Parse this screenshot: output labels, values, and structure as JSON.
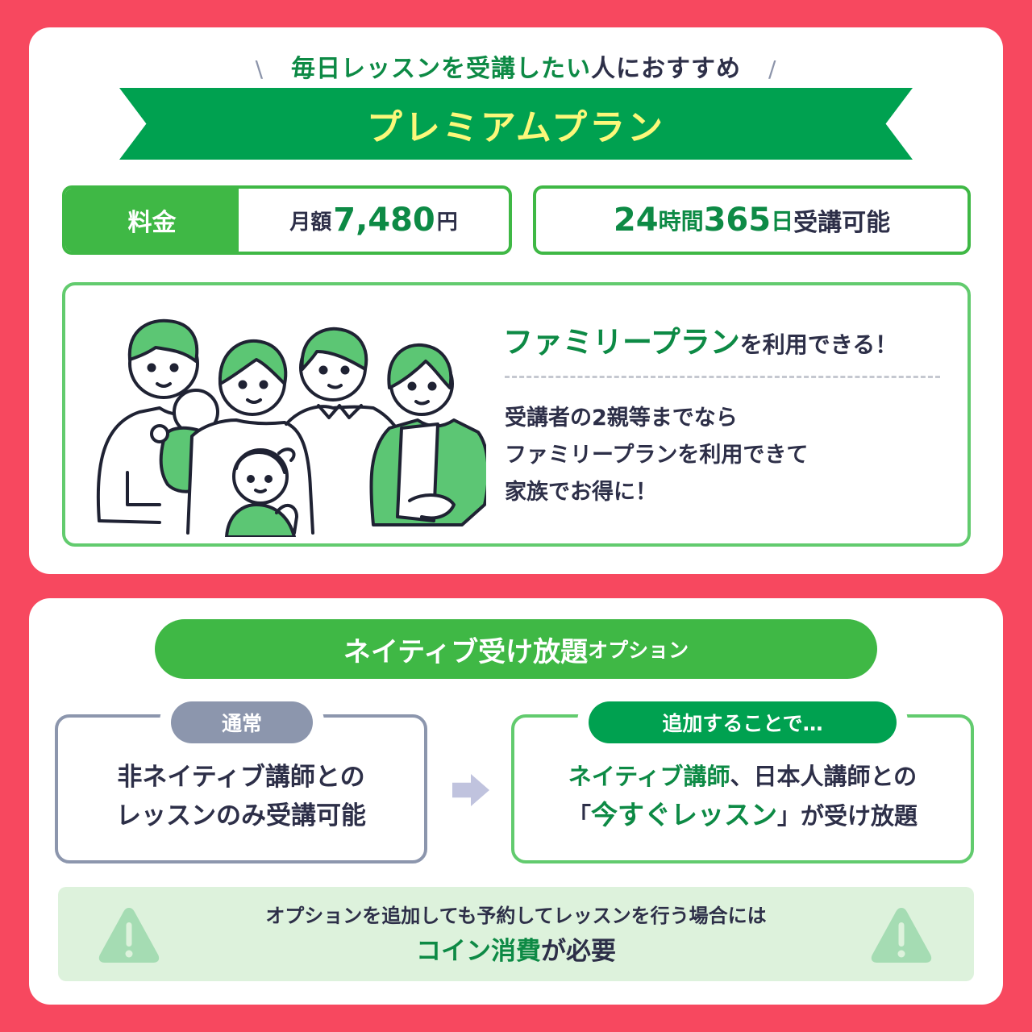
{
  "colors": {
    "background": "#f7485f",
    "primary_green": "#3fb845",
    "dark_green": "#00a150",
    "text_green": "#0d8a45",
    "banner_text": "#fcf87a",
    "text_dark": "#2d2f48",
    "gray_pill": "#8c96ad",
    "warning_bg": "#ddf2dc",
    "arrow": "#c0c3de"
  },
  "premium": {
    "subtitle_green": "毎日レッスンを受講したい",
    "subtitle_dark": "人におすすめ",
    "slash_left": "\\",
    "slash_right": "/",
    "plan_name": "プレミアムプラン",
    "price_label": "料金",
    "price_prefix": "月額",
    "price_amount": "7,480",
    "price_unit": "円",
    "hours_num1": "24",
    "hours_unit1": "時間",
    "hours_num2": "365",
    "hours_unit2": "日",
    "hours_suffix": "受講可能",
    "family_title_green": "ファミリープラン",
    "family_title_dark": "を利用できる！",
    "family_desc": [
      "受講者の2親等までなら",
      "ファミリープランを利用できて",
      "家族でお得に！"
    ],
    "illustration": "family-illustration"
  },
  "option": {
    "title_big": "ネイティブ受け放題",
    "title_small": "オプション",
    "normal_tag": "通常",
    "normal_lines": [
      "非ネイティブ講師との",
      "レッスンのみ受講可能"
    ],
    "added_tag": "追加することで…",
    "added_line1_green": "ネイティブ講師",
    "added_line1_dark": "、日本人講師との",
    "added_line2_open": "「",
    "added_line2_green": "今すぐレッスン",
    "added_line2_close": "」",
    "added_line2_dark": "が受け放題",
    "warning_line1": "オプションを追加しても予約してレッスンを行う場合には",
    "warning_line2_green": "コイン消費",
    "warning_line2_dark": "が必要"
  }
}
